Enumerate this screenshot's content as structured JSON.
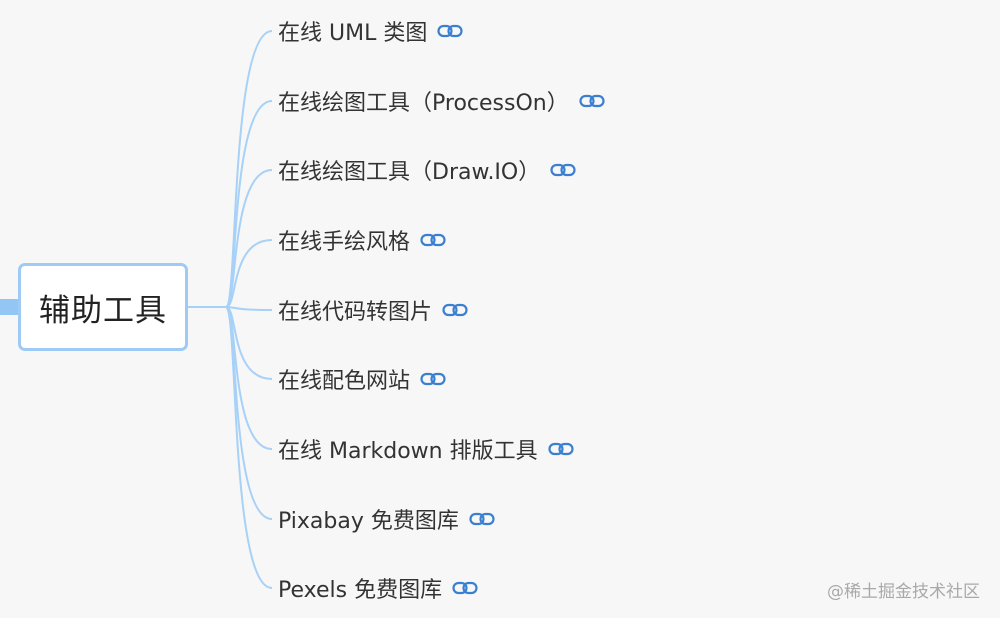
{
  "root": {
    "label": "辅助工具"
  },
  "branches": [
    {
      "label": "在线 UML 类图",
      "icon": "link-icon"
    },
    {
      "label": "在线绘图工具（ProcessOn）",
      "icon": "link-icon"
    },
    {
      "label": "在线绘图工具（Draw.IO）",
      "icon": "link-icon"
    },
    {
      "label": "在线手绘风格",
      "icon": "link-icon"
    },
    {
      "label": "在线代码转图片",
      "icon": "link-icon"
    },
    {
      "label": "在线配色网站",
      "icon": "link-icon"
    },
    {
      "label": "在线 Markdown 排版工具",
      "icon": "link-icon"
    },
    {
      "label": "Pixabay 免费图库",
      "icon": "link-icon"
    },
    {
      "label": "Pexels 免费图库",
      "icon": "link-icon"
    }
  ],
  "watermark": "@稀土掘金技术社区",
  "colors": {
    "connector": "#a8d1f7",
    "root_border": "#9dcbf6",
    "link_icon": "#3a7fd0",
    "text": "#333333",
    "background": "#f7f7f7"
  }
}
